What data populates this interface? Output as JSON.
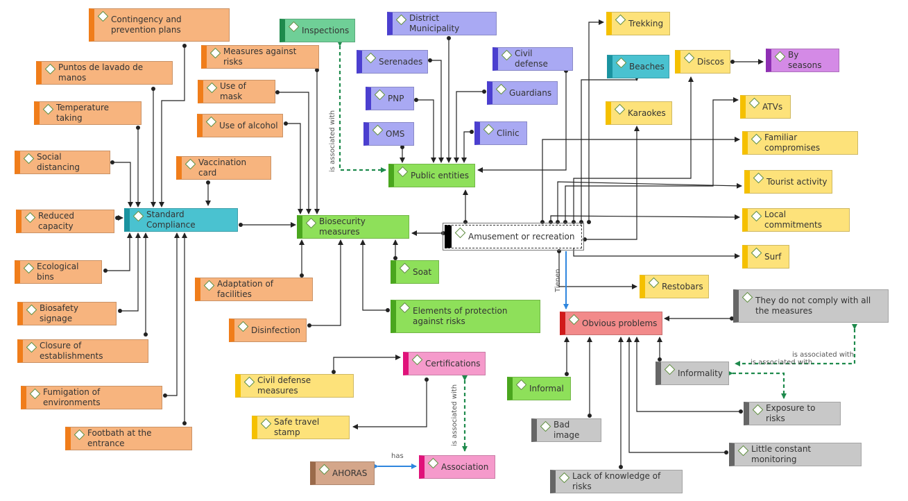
{
  "nodes": {
    "contingency": {
      "label": "Contingency and prevention plans",
      "color": "#f7b47e",
      "accent": "#f07d1a"
    },
    "lavado": {
      "label": "Puntos de lavado de manos",
      "color": "#f7b47e",
      "accent": "#f07d1a"
    },
    "temperature": {
      "label": "Temperature taking",
      "color": "#f7b47e",
      "accent": "#f07d1a"
    },
    "social": {
      "label": "Social distancing",
      "color": "#f7b47e",
      "accent": "#f07d1a"
    },
    "reduced": {
      "label": "Reduced capacity",
      "color": "#f7b47e",
      "accent": "#f07d1a"
    },
    "bins": {
      "label": "Ecological bins",
      "color": "#f7b47e",
      "accent": "#f07d1a"
    },
    "signage": {
      "label": "Biosafety signage",
      "color": "#f7b47e",
      "accent": "#f07d1a"
    },
    "closure": {
      "label": "Closure of establishments",
      "color": "#f7b47e",
      "accent": "#f07d1a"
    },
    "fumigation": {
      "label": "Fumigation of environments",
      "color": "#f7b47e",
      "accent": "#f07d1a"
    },
    "footbath": {
      "label": "Footbath at the entrance",
      "color": "#f7b47e",
      "accent": "#f07d1a"
    },
    "vaccination": {
      "label": "Vaccination card",
      "color": "#f7b47e",
      "accent": "#f07d1a"
    },
    "measures": {
      "label": "Measures against risks",
      "color": "#f7b47e",
      "accent": "#f07d1a"
    },
    "mask": {
      "label": "Use of mask",
      "color": "#f7b47e",
      "accent": "#f07d1a"
    },
    "alcohol": {
      "label": "Use of alcohol",
      "color": "#f7b47e",
      "accent": "#f07d1a"
    },
    "adaptation": {
      "label": "Adaptation of facilities",
      "color": "#f7b47e",
      "accent": "#f07d1a"
    },
    "disinfection": {
      "label": "Disinfection",
      "color": "#f7b47e",
      "accent": "#f07d1a"
    },
    "standard": {
      "label": "Standard Compliance",
      "color": "#4ac2d0",
      "accent": "#1a93a0"
    },
    "beaches": {
      "label": "Beaches",
      "color": "#4ac2d0",
      "accent": "#1a93a0"
    },
    "biosecurity": {
      "label": "Biosecurity measures",
      "color": "#8ee05a",
      "accent": "#4aa61e"
    },
    "public": {
      "label": "Public entities",
      "color": "#8ee05a",
      "accent": "#4aa61e"
    },
    "soat": {
      "label": "Soat",
      "color": "#8ee05a",
      "accent": "#4aa61e"
    },
    "elements": {
      "label": "Elements of protection against risks",
      "color": "#8ee05a",
      "accent": "#4aa61e"
    },
    "informal": {
      "label": "Informal",
      "color": "#8ee05a",
      "accent": "#4aa61e"
    },
    "inspections": {
      "label": "Inspections",
      "color": "#6fcf97",
      "accent": "#1e8a4c"
    },
    "district": {
      "label": "District Municipality",
      "color": "#a9a9f3",
      "accent": "#4b3fcf"
    },
    "serenades": {
      "label": "Serenades",
      "color": "#a9a9f3",
      "accent": "#4b3fcf"
    },
    "pnp": {
      "label": "PNP",
      "color": "#a9a9f3",
      "accent": "#4b3fcf"
    },
    "oms": {
      "label": "OMS",
      "color": "#a9a9f3",
      "accent": "#4b3fcf"
    },
    "civildef": {
      "label": "Civil defense",
      "color": "#a9a9f3",
      "accent": "#4b3fcf"
    },
    "guardians": {
      "label": "Guardians",
      "color": "#a9a9f3",
      "accent": "#4b3fcf"
    },
    "clinic": {
      "label": "Clinic",
      "color": "#a9a9f3",
      "accent": "#4b3fcf"
    },
    "amusement": {
      "label": "Amusement or recreation",
      "color": "#ffffff",
      "accent": "#000000"
    },
    "trekking": {
      "label": "Trekking",
      "color": "#fde27a",
      "accent": "#f5c000"
    },
    "discos": {
      "label": "Discos",
      "color": "#fde27a",
      "accent": "#f5c000"
    },
    "karaokes": {
      "label": "Karaokes",
      "color": "#fde27a",
      "accent": "#f5c000"
    },
    "atvs": {
      "label": "ATVs",
      "color": "#fde27a",
      "accent": "#f5c000"
    },
    "familiar": {
      "label": "Familiar compromises",
      "color": "#fde27a",
      "accent": "#f5c000"
    },
    "tourist": {
      "label": "Tourist activity",
      "color": "#fde27a",
      "accent": "#f5c000"
    },
    "local": {
      "label": "Local commitments",
      "color": "#fde27a",
      "accent": "#f5c000"
    },
    "surf": {
      "label": "Surf",
      "color": "#fde27a",
      "accent": "#f5c000"
    },
    "restobars": {
      "label": "Restobars",
      "color": "#fde27a",
      "accent": "#f5c000"
    },
    "civilmeasures": {
      "label": "Civil defense measures",
      "color": "#fde27a",
      "accent": "#f5c000"
    },
    "safetravel": {
      "label": "Safe travel stamp",
      "color": "#fde27a",
      "accent": "#f5c000"
    },
    "byseasons": {
      "label": "By seasons",
      "color": "#d48ae6",
      "accent": "#8e2fb3"
    },
    "obvious": {
      "label": "Obvious problems",
      "color": "#f28a8a",
      "accent": "#d11a1a"
    },
    "notcomply": {
      "label": "They do not comply with all the measures",
      "color": "#c8c8c8",
      "accent": "#666666"
    },
    "informality": {
      "label": "Informality",
      "color": "#c8c8c8",
      "accent": "#666666"
    },
    "exposure": {
      "label": "Exposure to risks",
      "color": "#c8c8c8",
      "accent": "#666666"
    },
    "monitoring": {
      "label": "Little constant monitoring",
      "color": "#c8c8c8",
      "accent": "#666666"
    },
    "lackknow": {
      "label": "Lack of knowledge of risks",
      "color": "#c8c8c8",
      "accent": "#666666"
    },
    "badimage": {
      "label": "Bad image",
      "color": "#c8c8c8",
      "accent": "#666666"
    },
    "certifications": {
      "label": "Certifications",
      "color": "#f59acb",
      "accent": "#e0127a"
    },
    "association": {
      "label": "Association",
      "color": "#f59acb",
      "accent": "#e0127a"
    },
    "ahoras": {
      "label": "AHORAS",
      "color": "#d4a68a",
      "accent": "#9a6a4a"
    }
  },
  "link_labels": {
    "assoc1": "is associated with",
    "assoc2": "is associated with",
    "assoc3": "is associated with",
    "assoc4": "is associated with",
    "tienen": "Tienen",
    "has": "has"
  },
  "colors": {
    "line": "#222222",
    "dashed_link": "#1e8a4c",
    "blue_link": "#2e86de"
  }
}
